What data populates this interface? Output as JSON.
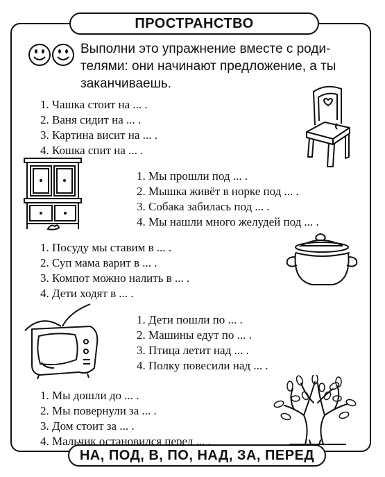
{
  "title": "ПРОСТРАНСТВО",
  "intro": {
    "line1": "Выполни это упражнение вместе с роди-",
    "line2": "телями: они начинают предложение, а ты",
    "line3": "заканчиваешь."
  },
  "group1": [
    "1. Чашка стоит на ... .",
    "2. Ваня сидит на ... .",
    "3. Картина висит на ... .",
    "4. Кошка спит на ... ."
  ],
  "group2": [
    "1. Мы прошли под ... .",
    "2. Мышка живёт в норке под ... .",
    "3. Собака забилась под ... .",
    "4. Мы нашли много желудей под ... ."
  ],
  "group3": [
    "1. Посуду мы ставим в ... .",
    "2. Суп мама варит в ... .",
    "3. Компот можно налить в ... .",
    "4. Дети ходят в ... ."
  ],
  "group4": [
    "1. Дети пошли по ... .",
    "2. Машины едут по ... .",
    "3. Птица летит над ... .",
    "4. Полку повесили над ... ."
  ],
  "group5": [
    "1. Мы дошли до ... .",
    "2. Мы повернули за ... .",
    "3. Дом стоит за ... .",
    "4. Мальчик остановился перед ... ."
  ],
  "footer": "НА, ПОД, В, ПО, НАД, ЗА, ПЕРЕД",
  "icons": [
    "smiley-faces-icon",
    "chair-icon",
    "cabinet-icon",
    "pot-icon",
    "tv-icon",
    "tree-icon"
  ]
}
